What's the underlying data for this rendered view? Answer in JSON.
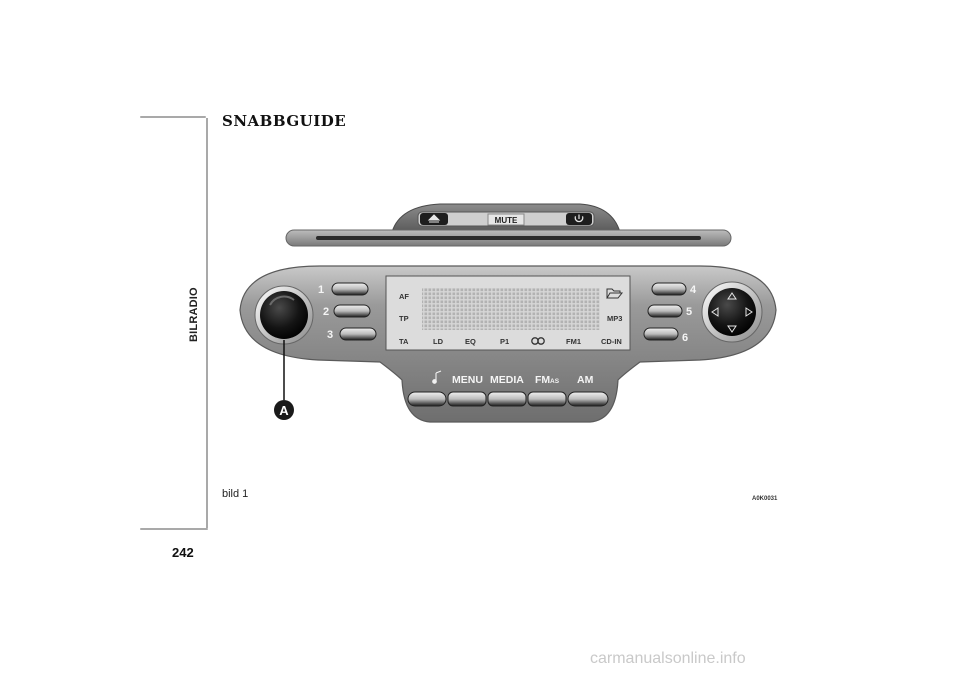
{
  "page": {
    "section": "BILRADIO",
    "number": "242",
    "title": "SNABBGUIDE",
    "caption": "bild 1",
    "image_code": "A0K0031",
    "watermark": "carmanualsonline.info"
  },
  "radio": {
    "top_bar": {
      "eject_icon": "eject-icon",
      "mute_label": "MUTE",
      "power_icon": "power-icon"
    },
    "presets_left": [
      "1",
      "2",
      "3"
    ],
    "presets_right": [
      "4",
      "5",
      "6"
    ],
    "display": {
      "left_labels": [
        "AF",
        "TP",
        "TA"
      ],
      "bottom_labels": [
        "LD",
        "EQ",
        "P1",
        "FM1",
        "CD-IN"
      ],
      "loop_icon": "loop-icon",
      "folder_icon": "folder-icon",
      "mp3_label": "MP3"
    },
    "bottom_buttons": {
      "sound_icon": "note-icon",
      "menu": "MENU",
      "media": "MEDIA",
      "fm": "FM",
      "fm_sub": "AS",
      "am": "AM"
    },
    "callout": "A",
    "colors": {
      "body": "#8a8a8a",
      "dark": "#3a3a3a",
      "display": "#d9d9d9"
    }
  }
}
